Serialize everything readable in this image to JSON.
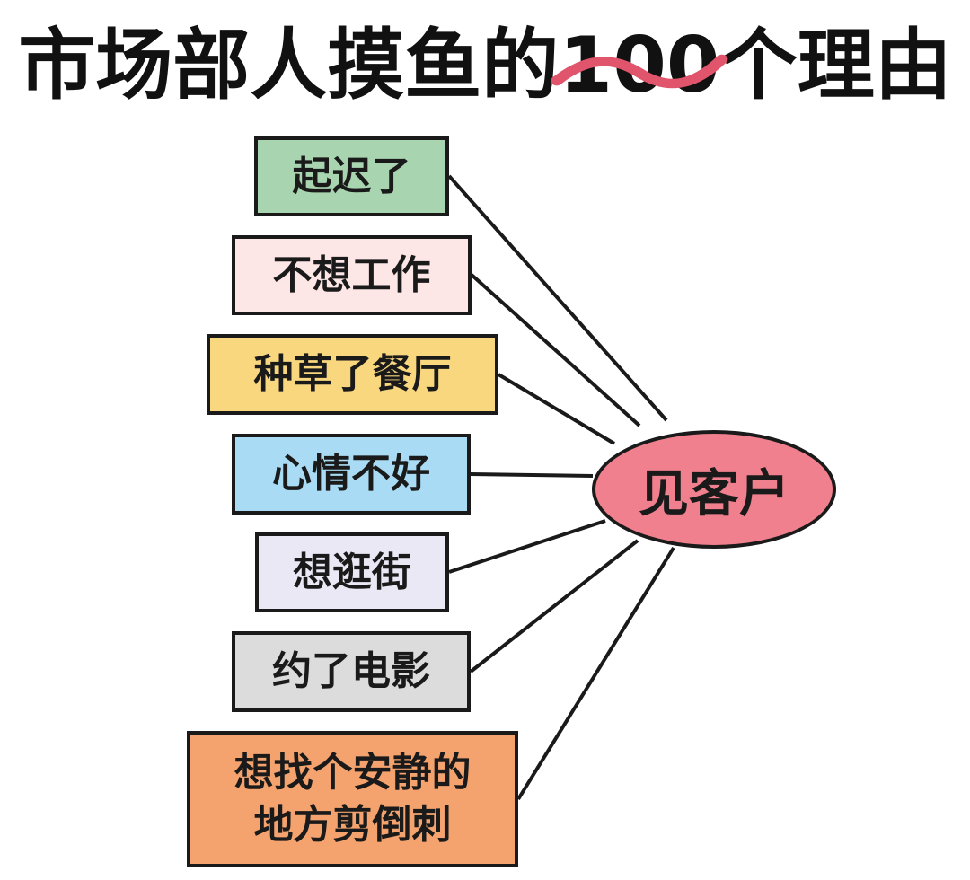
{
  "title": {
    "prefix": "市场部人摸鱼的",
    "struck": "100",
    "suffix": "个理由",
    "strike_color": "#e0556b"
  },
  "center": {
    "label": "见客户",
    "color": "#f0808e"
  },
  "reasons": [
    {
      "label": "起迟了",
      "color": "#a8d5b0"
    },
    {
      "label": "不想工作",
      "color": "#fde6e6"
    },
    {
      "label": "种草了餐厅",
      "color": "#f9d77e"
    },
    {
      "label": "心情不好",
      "color": "#a9dcf4"
    },
    {
      "label": "想逛街",
      "color": "#ebe8f6"
    },
    {
      "label": "约了电影",
      "color": "#dcdcdc"
    },
    {
      "label": "想找个安静的地方剪倒刺",
      "line1": "想找个安静的",
      "line2": "地方剪倒刺",
      "color": "#f5a36e"
    }
  ]
}
